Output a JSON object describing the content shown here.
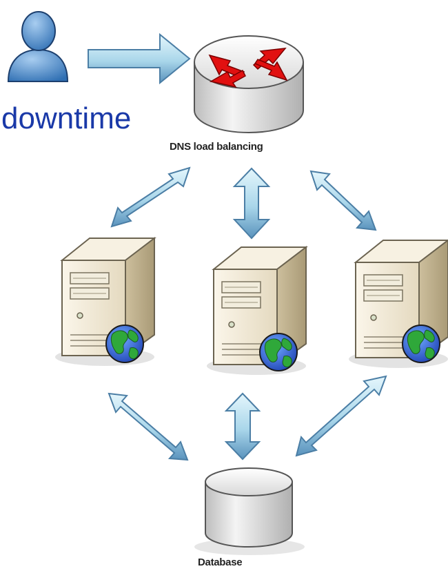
{
  "heading": "downtime",
  "nodes": {
    "dns_label": "DNS load balancing",
    "database_label": "Database"
  },
  "icons": {
    "user": "user-icon",
    "router": "router-icon",
    "server": "web-server-icon",
    "database": "database-icon",
    "globe": "globe-icon"
  },
  "colors": {
    "heading": "#1a39a8",
    "arrow_light": "#d6f0fa",
    "arrow_dark": "#5d98c2",
    "router_arrows": "#e11010"
  }
}
